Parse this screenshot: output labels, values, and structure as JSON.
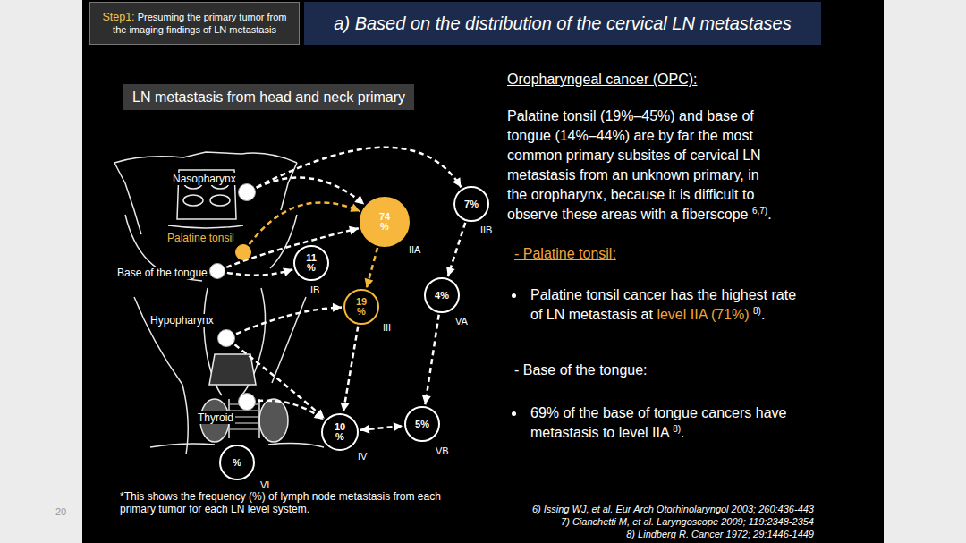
{
  "diagram": {
    "title": "a) Based on the distribution of the cervical LN metastases",
    "nodes": [
      {
        "text": [
          "Nasopharynx"
        ]
      },
      {
        "text": [
          "Palatine tonsil"
        ]
      },
      {
        "text": [
          "Base of the tongue"
        ]
      },
      {
        "text": [
          "Hypopharynx"
        ]
      },
      {
        "text": [
          "Thyroid"
        ]
      },
      {
        "text": [
          "74 %",
          "IIA"
        ]
      },
      {
        "text": [
          "7%",
          "IIB"
        ]
      },
      {
        "text": [
          "11 %",
          "IB"
        ]
      },
      {
        "text": [
          "19 %",
          "III"
        ]
      },
      {
        "text": [
          "4%",
          "VA"
        ]
      },
      {
        "text": [
          "10 %",
          "IV"
        ]
      },
      {
        "text": [
          "5%",
          "VB"
        ]
      },
      {
        "text": [
          "%",
          "VI"
        ]
      }
    ],
    "edges": [
      {
        "from": 0,
        "to": 6,
        "arrow": "to"
      },
      {
        "from": 0,
        "to": 5,
        "arrow": "to"
      },
      {
        "from": 1,
        "to": 5,
        "arrow": "to"
      },
      {
        "from": 2,
        "to": 5,
        "arrow": "to"
      },
      {
        "from": 2,
        "to": 7,
        "arrow": "to"
      },
      {
        "from": 3,
        "to": 8,
        "arrow": "to"
      },
      {
        "from": 5,
        "to": 8,
        "arrow": "to"
      },
      {
        "from": 6,
        "to": 9,
        "arrow": "to"
      },
      {
        "from": 9,
        "to": 11,
        "arrow": "to"
      },
      {
        "from": 8,
        "to": 10,
        "arrow": "to"
      },
      {
        "from": 3,
        "to": 10,
        "arrow": "to"
      },
      {
        "from": 4,
        "to": 10,
        "arrow": "to"
      },
      {
        "from": 10,
        "to": 11,
        "arrow": "both"
      }
    ],
    "labels": [
      "Step1:",
      "Presuming the primary tumor from the imaging findings of LN metastasis",
      "LN metastasis from head and neck primary",
      "Oropharyngeal cancer (OPC):",
      "Palatine tonsil (19%–45%) and base of tongue (14%–44%) are by far the most common primary subsites of cervical LN metastasis from an unknown primary, in the oropharynx, because it is difficult to observe these areas with a fiberscope",
      "6,7)",
      ".",
      "- Palatine tonsil:",
      "Palatine tonsil cancer has the highest rate of LN metastasis at",
      "level IIA (71%)",
      "8)",
      ".",
      "- Base of the tongue:",
      "69% of the base of tongue cancers have metastasis to level IIA",
      "8)",
      ".",
      "*This shows the frequency (%) of lymph node metastasis from each primary tumor for each LN level system.",
      "6) Issing WJ, et al. Eur Arch Otorhinolaryngol 2003; 260:436-443",
      "7) Cianchetti M, et al. Laryngoscope 2009; 119:2348-2354",
      "8) Lindberg R. Cancer 1972; 29:1446-1449",
      "20"
    ]
  }
}
